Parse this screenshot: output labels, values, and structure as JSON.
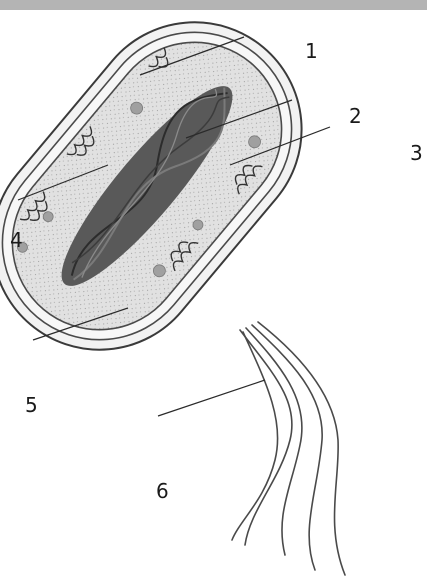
{
  "labels": {
    "l1": "1",
    "l2": "2",
    "l3": "3",
    "l4": "4",
    "l5": "5",
    "l6": "6"
  },
  "colors": {
    "outline": "#3a3a3a",
    "capsule_fill": "#f1f1f1",
    "cytoplasm_fill": "#dedede",
    "nucleoid": "#555555",
    "ribosome": "#9a9a9a",
    "top_strip": "#b4b4b4"
  }
}
